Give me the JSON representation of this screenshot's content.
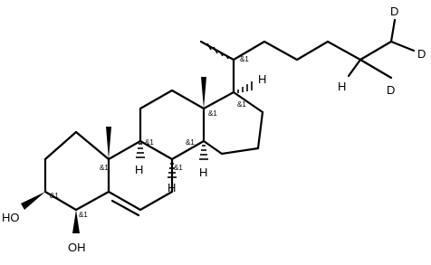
{
  "atoms": {
    "oh3": "HO",
    "oh4": "OH",
    "d1": "D",
    "d2": "D",
    "d3": "D",
    "h_d": "H",
    "h9": "H",
    "h8": "H",
    "h14": "H",
    "h17": "H"
  },
  "stereo": {
    "s20": "&1",
    "s17": "&1",
    "s13": "&1",
    "s10": "&1",
    "s9": "&1",
    "s8": "&1",
    "s14": "&1",
    "s3": "&1",
    "s4": "&1"
  }
}
